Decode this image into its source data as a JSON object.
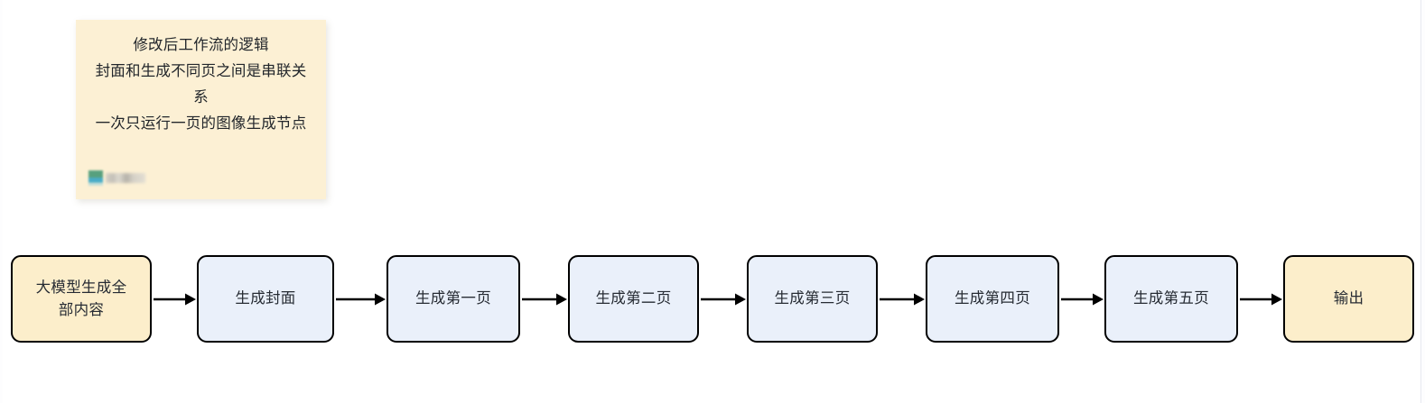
{
  "canvas": {
    "background_color": "#ffffff",
    "divider_color": "#e7e9ef"
  },
  "sticky_note": {
    "name": "workflow-annotation-note",
    "background_color": "#fcf0d4",
    "text": "修改后工作流的逻辑\n封面和生成不同页之间是串联关系\n一次只运行一页的图像生成节点",
    "text_color": "#22262b",
    "watermark": {
      "badge_icon": "redacted-logo-icon",
      "label": "",
      "redacted": true
    }
  },
  "flow": {
    "direction": "left-to-right",
    "connector_icon": "arrow-right-icon",
    "connector_color": "#000000",
    "node_border_color": "#000000",
    "colors": {
      "cream": "#fceecb",
      "blue": "#eaf0fa"
    },
    "nodes": [
      {
        "id": "node-llm-generate-all",
        "label": "大模型生成全部内容",
        "fill": "cream",
        "width": 156,
        "two_line": true
      },
      {
        "id": "node-generate-cover",
        "label": "生成封面",
        "fill": "blue",
        "width": 152,
        "two_line": false
      },
      {
        "id": "node-generate-page-1",
        "label": "生成第一页",
        "fill": "blue",
        "width": 148,
        "two_line": false
      },
      {
        "id": "node-generate-page-2",
        "label": "生成第二页",
        "fill": "blue",
        "width": 145,
        "two_line": false
      },
      {
        "id": "node-generate-page-3",
        "label": "生成第三页",
        "fill": "blue",
        "width": 145,
        "two_line": false
      },
      {
        "id": "node-generate-page-4",
        "label": "生成第四页",
        "fill": "blue",
        "width": 148,
        "two_line": false
      },
      {
        "id": "node-generate-page-5",
        "label": "生成第五页",
        "fill": "blue",
        "width": 148,
        "two_line": false
      },
      {
        "id": "node-output",
        "label": "输出",
        "fill": "cream",
        "width": 145,
        "two_line": false
      }
    ],
    "connectors": [
      {
        "from": "node-llm-generate-all",
        "to": "node-generate-cover",
        "width": 50
      },
      {
        "from": "node-generate-cover",
        "to": "node-generate-page-1",
        "width": 58
      },
      {
        "from": "node-generate-page-1",
        "to": "node-generate-page-2",
        "width": 53
      },
      {
        "from": "node-generate-page-2",
        "to": "node-generate-page-3",
        "width": 53
      },
      {
        "from": "node-generate-page-3",
        "to": "node-generate-page-4",
        "width": 53
      },
      {
        "from": "node-generate-page-4",
        "to": "node-generate-page-5",
        "width": 50
      },
      {
        "from": "node-generate-page-5",
        "to": "node-output",
        "width": 50
      }
    ]
  }
}
